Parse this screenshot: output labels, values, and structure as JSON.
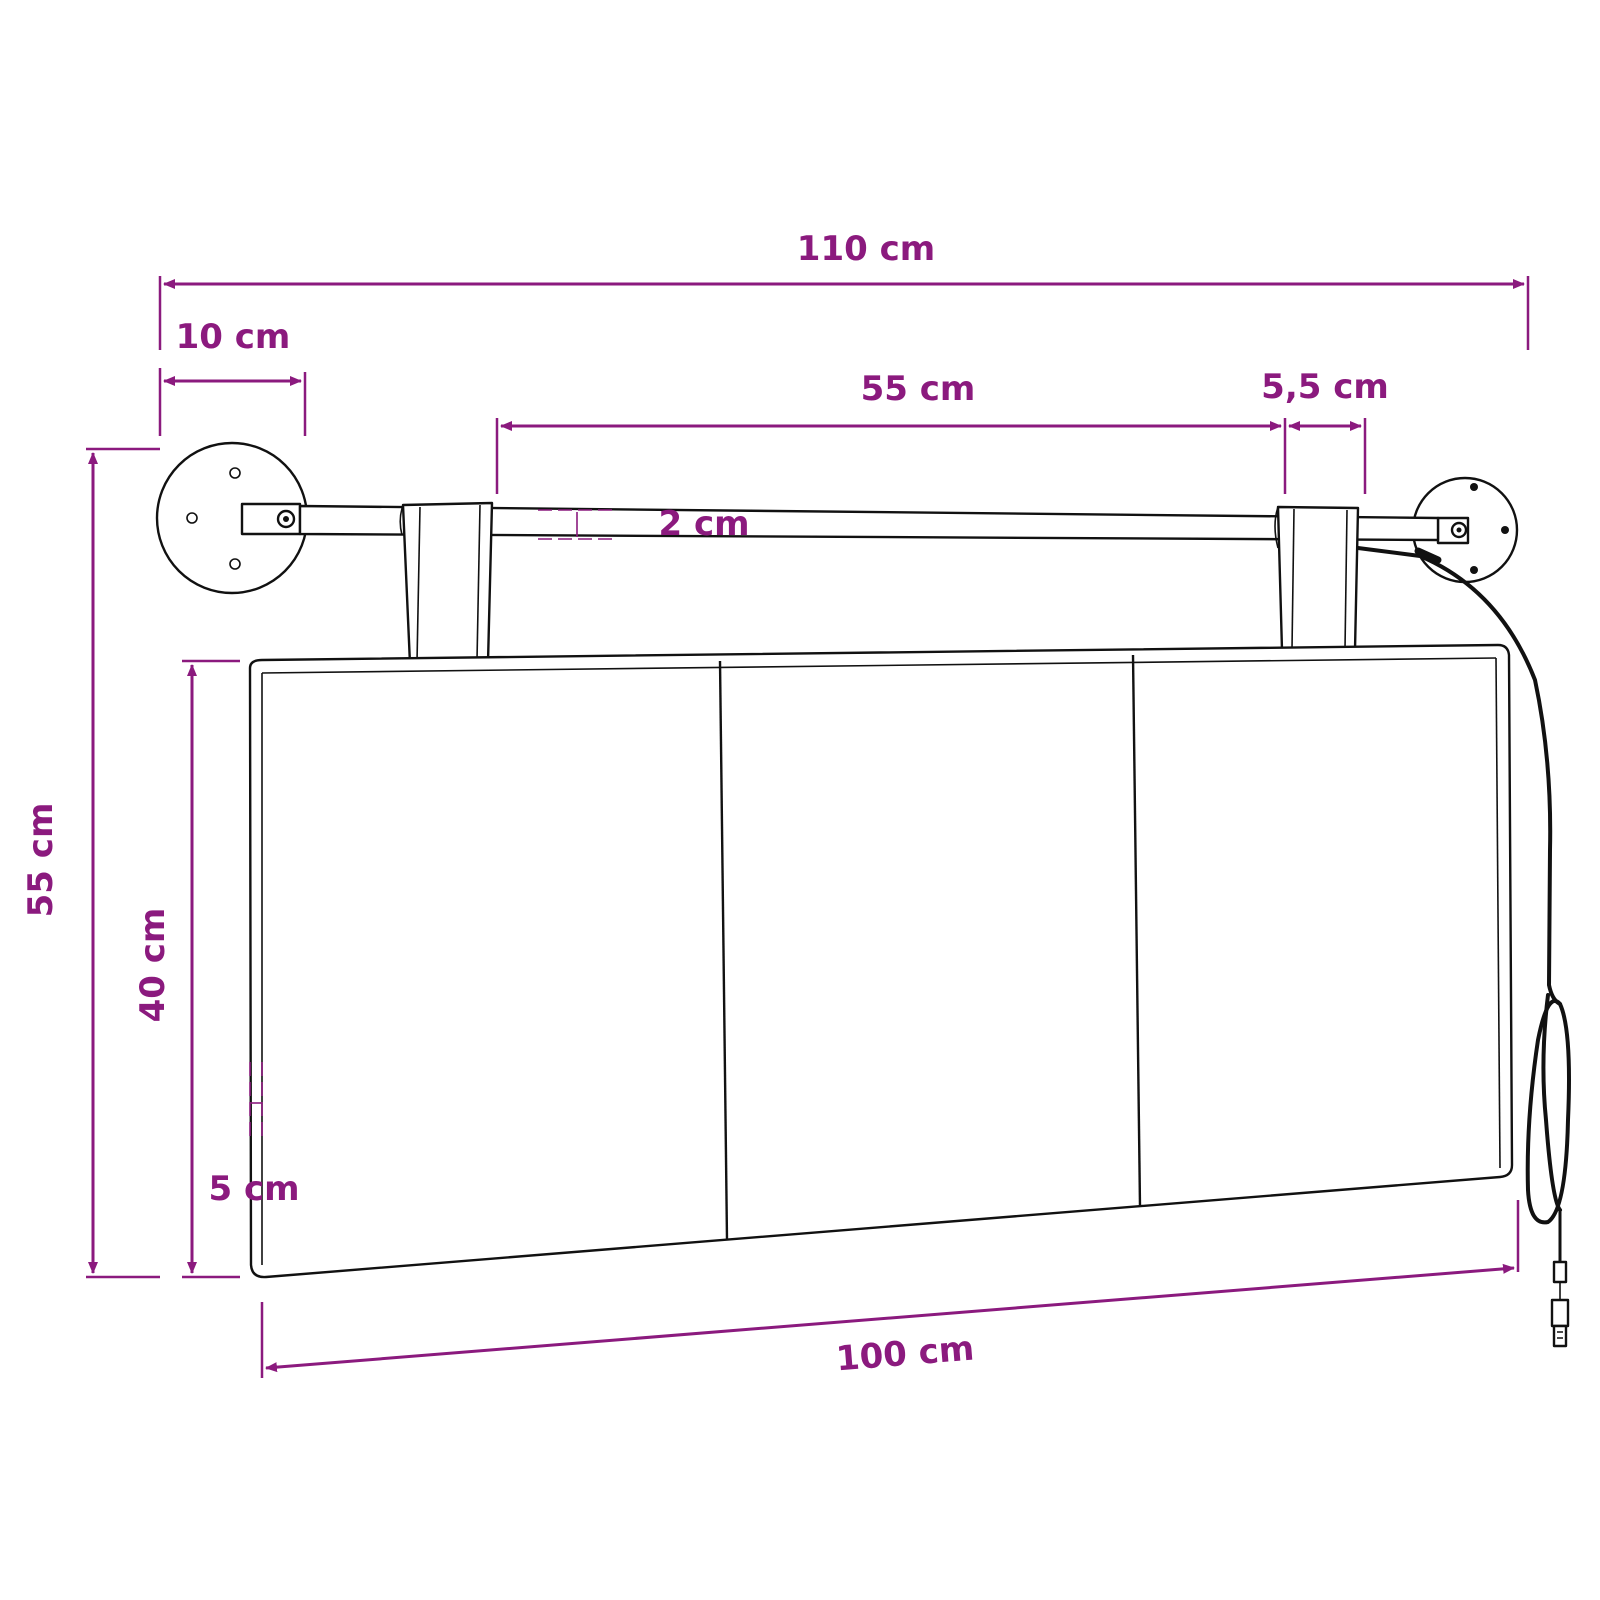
{
  "colors": {
    "dimension": "#8b1a7e",
    "drawing": "#111111",
    "background": "#ffffff"
  },
  "dimensions": {
    "total_width": "110 cm",
    "bracket_depth": "10 cm",
    "strap_spacing": "55 cm",
    "strap_width": "5,5 cm",
    "rod_diameter": "2 cm",
    "total_height": "55 cm",
    "cushion_height": "40 cm",
    "cushion_thickness": "5 cm",
    "cushion_width": "100 cm"
  }
}
